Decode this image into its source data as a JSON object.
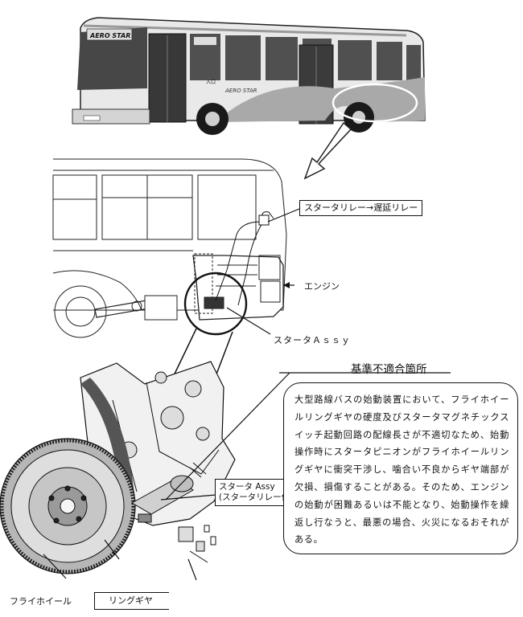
{
  "callouts": {
    "starter_relay": "スタータリレー→遅延リレー",
    "engine": "エンジン",
    "starter_assy": "スタータＡｓｓｙ",
    "starter_assy_relay_line1": "スタータ Assy",
    "starter_assy_relay_line2": "(スタータリレー付)",
    "flywheel": "フライホイール",
    "ring_gear": "リングギヤ"
  },
  "bus": {
    "logo_front": "AERO STAR",
    "logo_side": "AERO STAR",
    "entrance_label": "入口"
  },
  "panel": {
    "heading": "基準不適合箇所",
    "description": "大型路線バスの始動装置において、フライホイールリングギヤの硬度及びスタータマグネチックスイッチ起動回路の配線長さが不適切なため、始動操作時にスタータピニオンがフライホイールリングギヤに衝突干渉し、噛合い不良からギヤ端部が欠損、損傷することがある。そのため、エンジンの始動が困難あるいは不能となり、始動操作を繰返し行なうと、最悪の場合、火災になるおそれがある。"
  }
}
